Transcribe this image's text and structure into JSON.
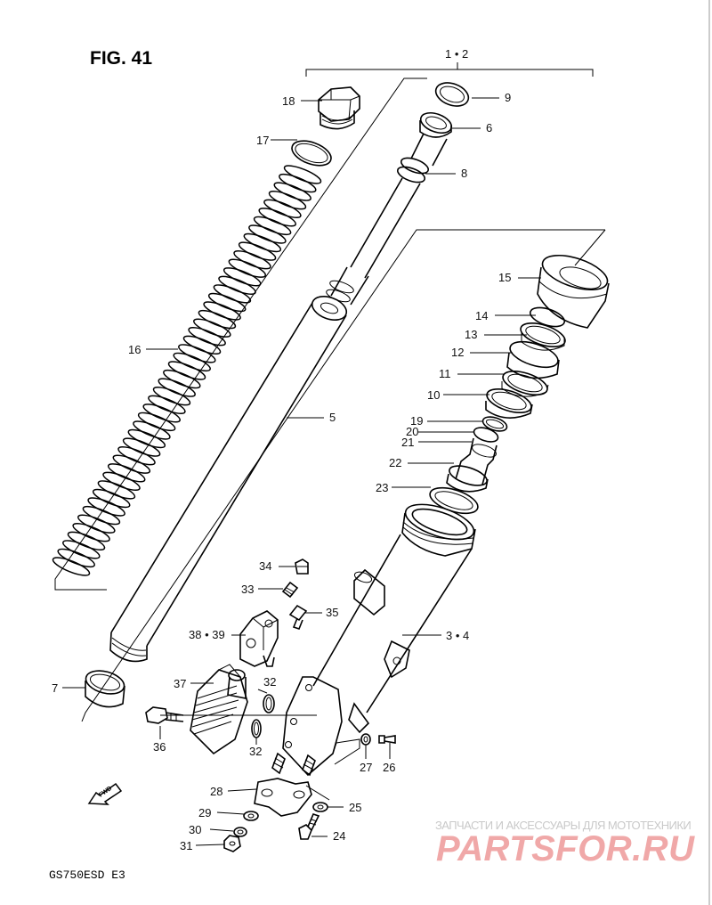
{
  "figure": {
    "title": "FIG. 41",
    "model": "GS750ESD E3"
  },
  "callouts": [
    {
      "id": "lbl-1-2",
      "text": "1 • 2"
    },
    {
      "id": "lbl-18",
      "text": "18"
    },
    {
      "id": "lbl-9",
      "text": "9"
    },
    {
      "id": "lbl-6",
      "text": "6"
    },
    {
      "id": "lbl-17",
      "text": "17"
    },
    {
      "id": "lbl-8",
      "text": "8"
    },
    {
      "id": "lbl-15",
      "text": "15"
    },
    {
      "id": "lbl-16",
      "text": "16"
    },
    {
      "id": "lbl-14",
      "text": "14"
    },
    {
      "id": "lbl-13",
      "text": "13"
    },
    {
      "id": "lbl-12",
      "text": "12"
    },
    {
      "id": "lbl-11",
      "text": "11"
    },
    {
      "id": "lbl-10",
      "text": "10"
    },
    {
      "id": "lbl-5",
      "text": "5"
    },
    {
      "id": "lbl-19",
      "text": "19"
    },
    {
      "id": "lbl-20",
      "text": "20"
    },
    {
      "id": "lbl-21",
      "text": "21"
    },
    {
      "id": "lbl-22",
      "text": "22"
    },
    {
      "id": "lbl-23",
      "text": "23"
    },
    {
      "id": "lbl-34",
      "text": "34"
    },
    {
      "id": "lbl-33",
      "text": "33"
    },
    {
      "id": "lbl-35",
      "text": "35"
    },
    {
      "id": "lbl-38-39",
      "text": "38 • 39"
    },
    {
      "id": "lbl-3-4",
      "text": "3 • 4"
    },
    {
      "id": "lbl-7",
      "text": "7"
    },
    {
      "id": "lbl-37",
      "text": "37"
    },
    {
      "id": "lbl-32a",
      "text": "32"
    },
    {
      "id": "lbl-36",
      "text": "36"
    },
    {
      "id": "lbl-32b",
      "text": "32"
    },
    {
      "id": "lbl-27",
      "text": "27"
    },
    {
      "id": "lbl-26",
      "text": "26"
    },
    {
      "id": "lbl-28",
      "text": "28"
    },
    {
      "id": "lbl-29",
      "text": "29"
    },
    {
      "id": "lbl-25",
      "text": "25"
    },
    {
      "id": "lbl-30",
      "text": "30"
    },
    {
      "id": "lbl-24",
      "text": "24"
    },
    {
      "id": "lbl-31",
      "text": "31"
    }
  ],
  "fwd_arrow": {
    "text": "FWD"
  },
  "watermark": {
    "tagline": "ЗАПЧАСТИ И АКСЕССУАРЫ ДЛЯ МОТОТЕХНИКИ",
    "logo": "PARTSFOR.RU"
  },
  "colors": {
    "ink": "#000000",
    "paper": "#ffffff",
    "watermark": "#f0a8a8"
  }
}
